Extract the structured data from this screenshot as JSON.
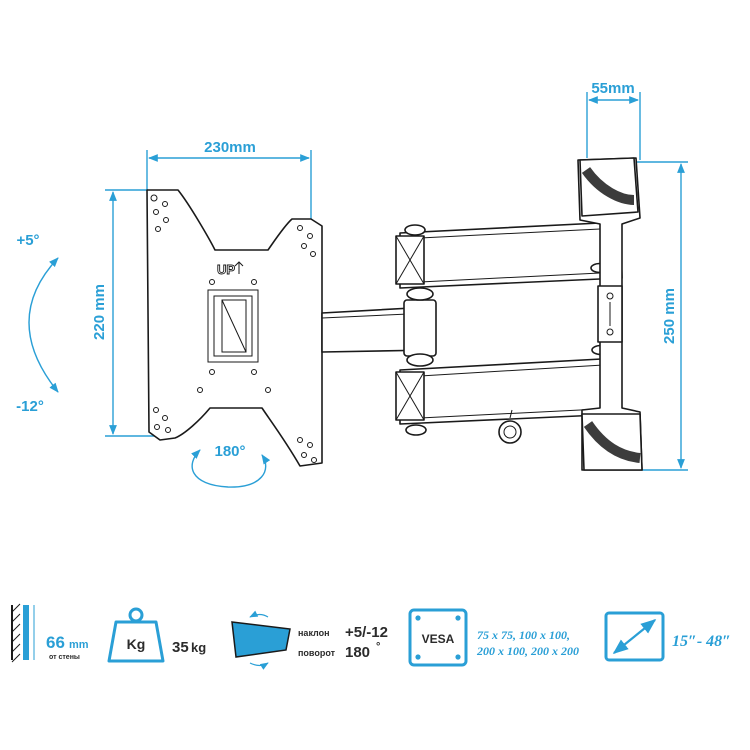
{
  "colors": {
    "accent": "#2a9fd6",
    "line": "#1a1a1a",
    "text": "#2b2b2b"
  },
  "dimensions": {
    "plate_width": "230mm",
    "plate_height": "220 mm",
    "wall_depth": "55mm",
    "wall_height": "250 mm"
  },
  "tilt": {
    "up": "+5°",
    "down": "-12°"
  },
  "rotation": {
    "label": "180°"
  },
  "plate_label": "UP",
  "specs": {
    "wall_distance": {
      "value": "66",
      "unit": "mm",
      "caption": "от стены",
      "icon": "wall-distance-icon"
    },
    "weight": {
      "badge": "Kg",
      "value": "35",
      "unit": "kg",
      "icon": "weight-icon"
    },
    "tilt_swivel": {
      "tilt_label": "наклон",
      "tilt_value": "+5/-12",
      "swivel_label": "поворот",
      "swivel_value": "180",
      "swivel_unit": "°",
      "icon": "screen-tilt-icon"
    },
    "vesa": {
      "badge": "VESA",
      "line1": "75 x 75, 100 x 100,",
      "line2": "200 x 100, 200 x 200",
      "icon": "vesa-icon"
    },
    "screen_size": {
      "value": "15″- 48″",
      "icon": "diagonal-icon"
    }
  }
}
